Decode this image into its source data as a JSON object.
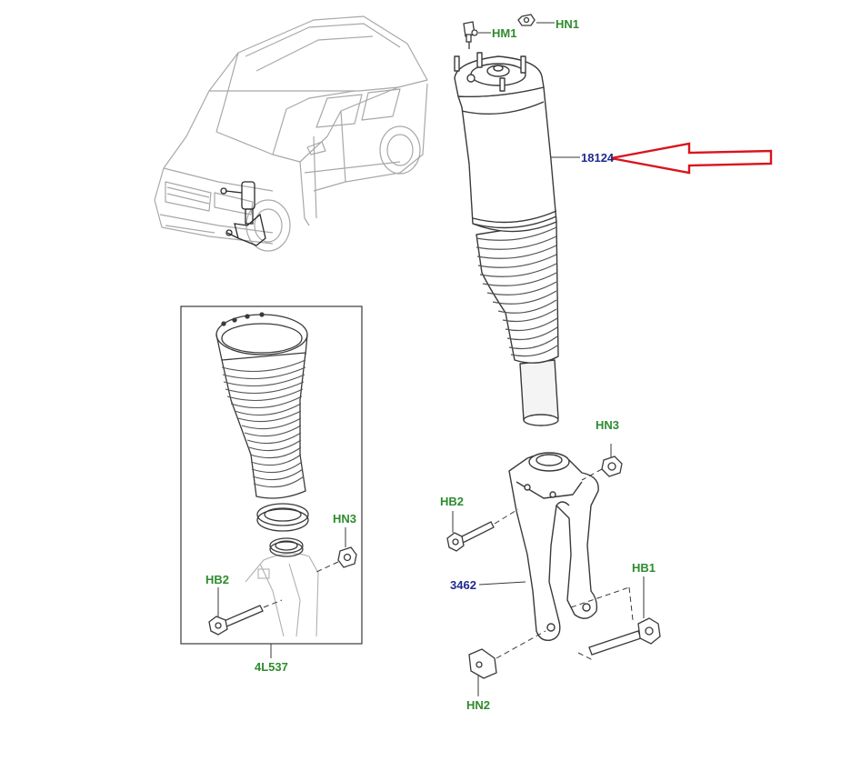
{
  "colors": {
    "part_label": "#2e8b2e",
    "ref_label": "#1f2a8c",
    "callout_arrow": "#d9141e",
    "line_art": "#3a3a3a",
    "light_art": "#9a9a9a"
  },
  "labels": {
    "hm1": "HM1",
    "hn1_top": "HN1",
    "ref_18124": "18124",
    "hn3_right": "HN3",
    "hb2_right": "HB2",
    "ref_3462": "3462",
    "hb1": "HB1",
    "hn2": "HN2",
    "hn3_inset": "HN3",
    "hb2_inset": "HB2",
    "ref_4l537": "4L537"
  },
  "icons": {
    "callout": "outline-arrow-pointing-left",
    "vehicle": "suv-line-drawing",
    "strut": "air-strut-assembly",
    "knuckle": "steering-knuckle-bracket"
  }
}
